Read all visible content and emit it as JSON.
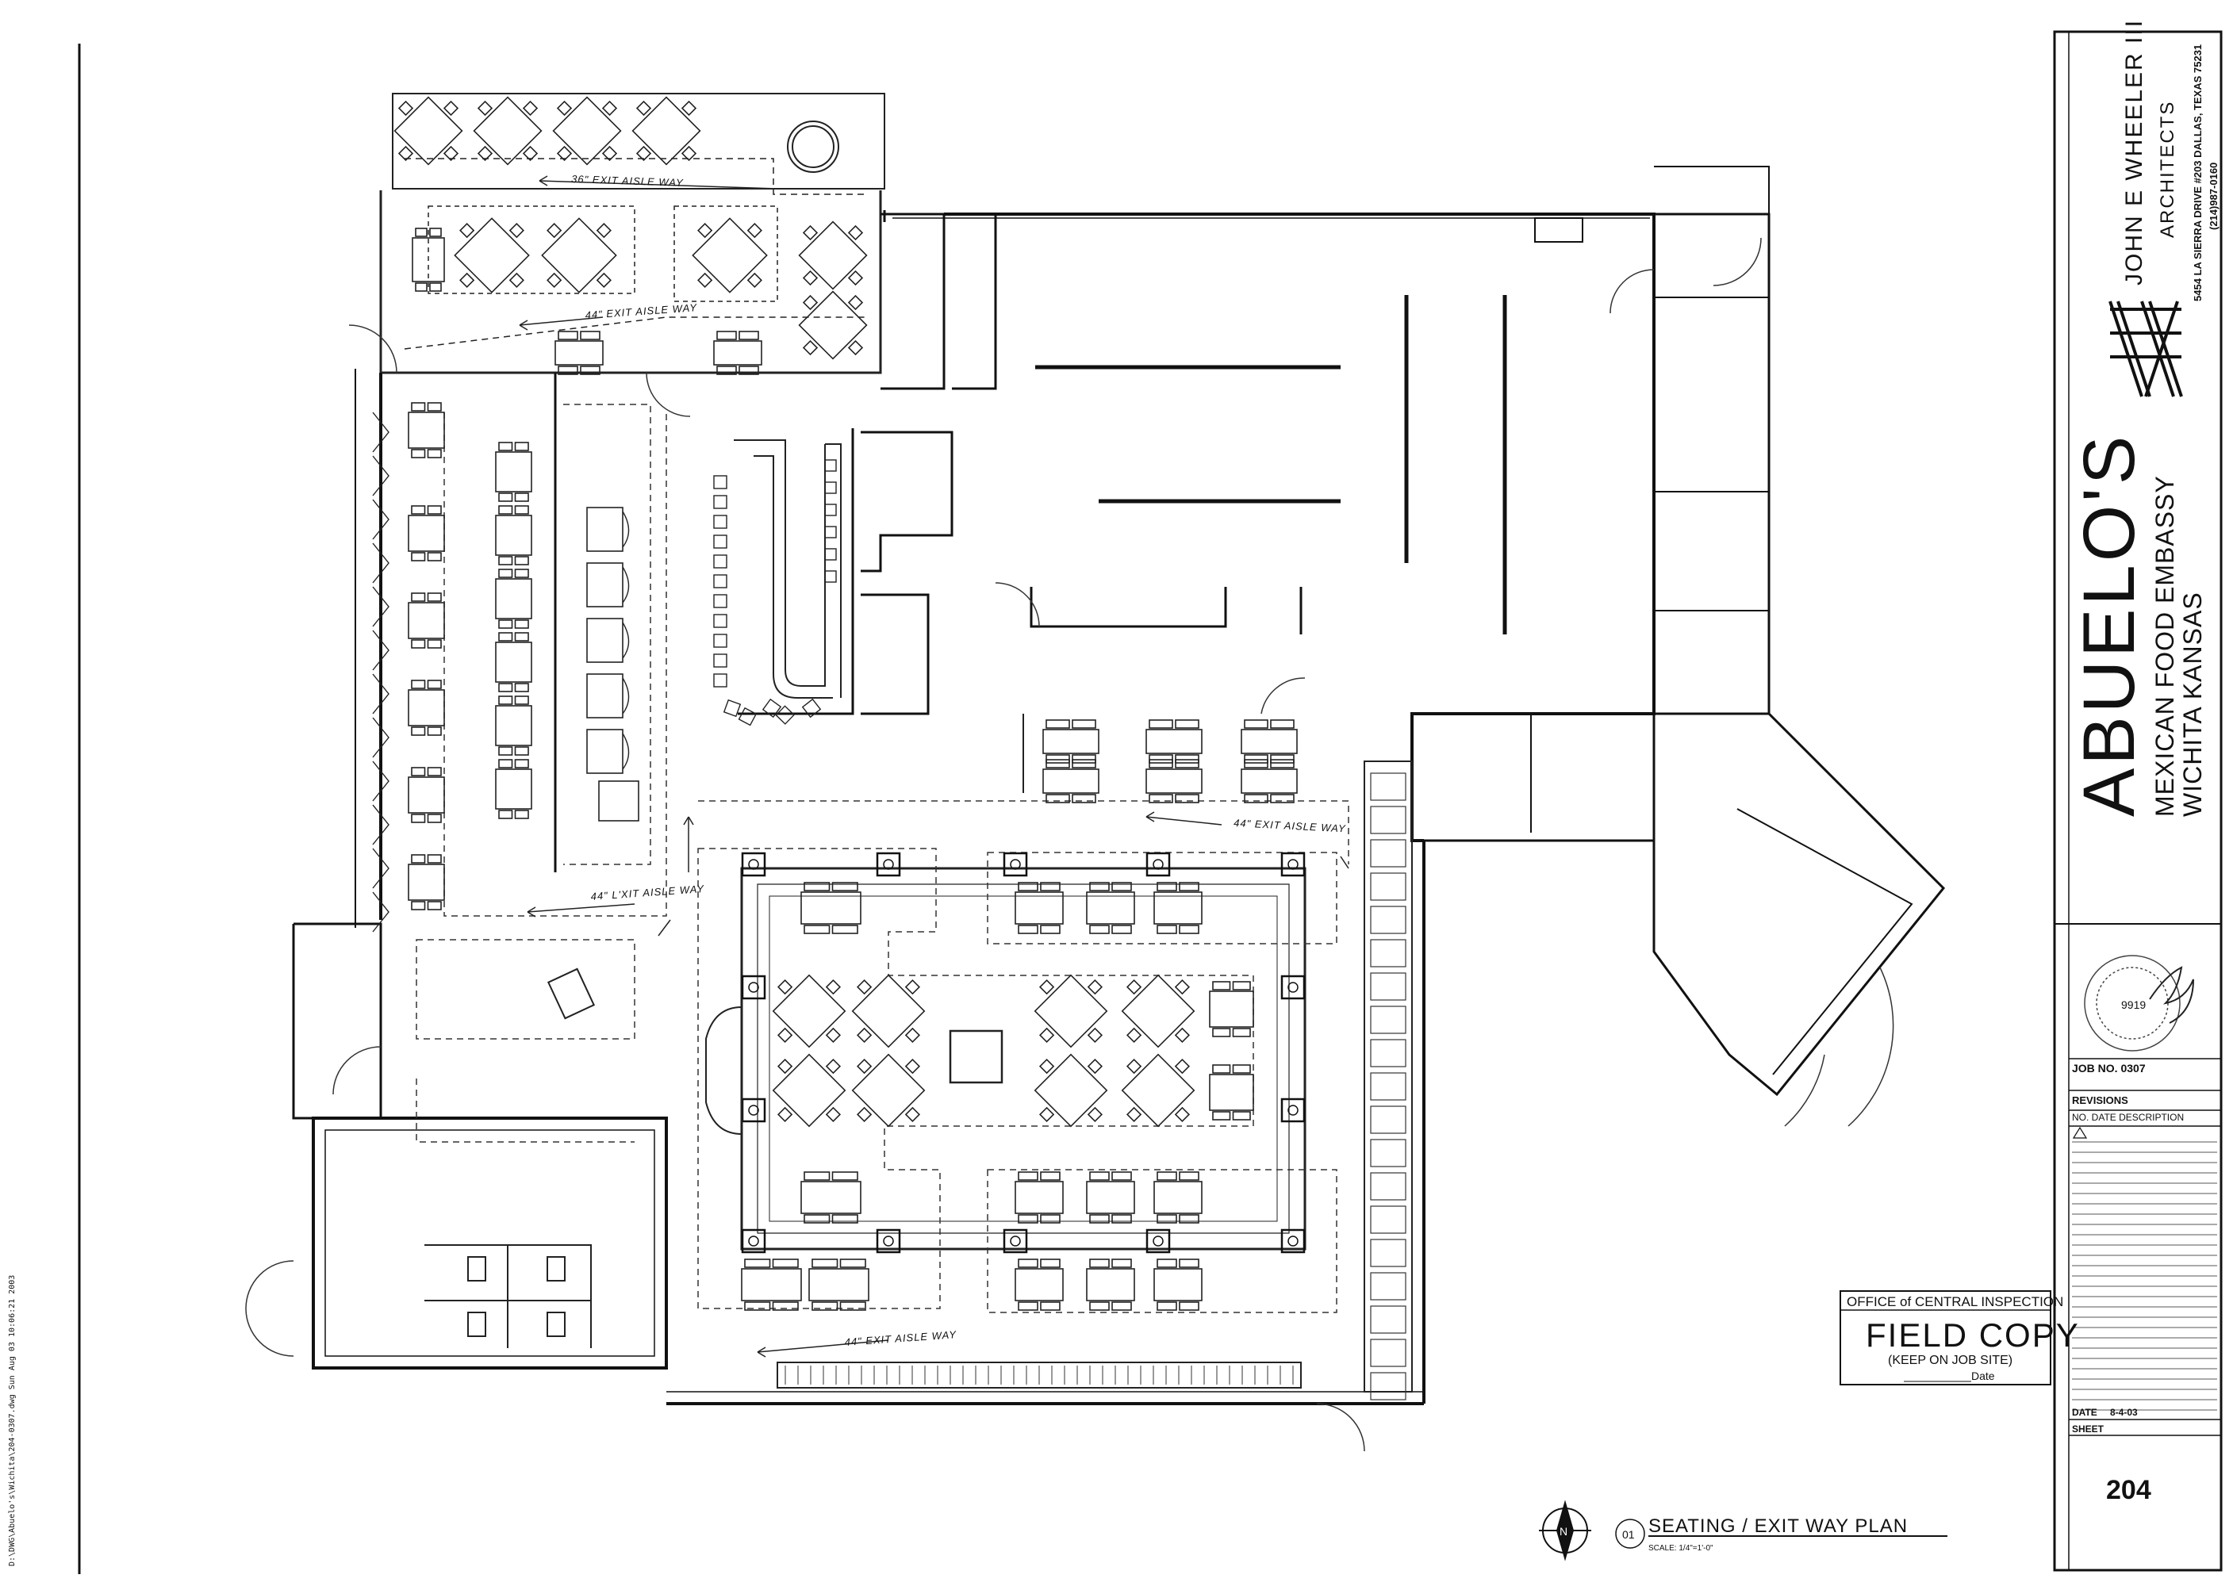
{
  "drawing": {
    "title_plan": "SEATING / EXIT WAY PLAN",
    "plan_number": "01",
    "scale": "SCALE: 1/4\"=1'-0\"",
    "north_label": "N",
    "aisles": {
      "a36": "36\" EXIT AISLE WAY",
      "a44_top": "44\" EXIT AISLE WAY",
      "a44_mid": "44\" EXIT AISLE WAY",
      "a44_left": "44\" L'XIT AISLE WAY",
      "a44_bottom": "44\" EXIT AISLE WAY"
    },
    "margin_note": "D:\\DWG\\Abuelo's\\Wichita\\204-0307.dwg  Sun Aug 03 10:06:21 2003"
  },
  "title_block": {
    "firm_name": "JOHN E WHEELER III",
    "firm_type": "ARCHITECTS",
    "firm_address": "5454 LA SIERRA DRIVE #203 DALLAS, TEXAS 75231",
    "firm_phone": "(214)987-0160",
    "project_name": "ABUELO'S",
    "project_sub": "MEXICAN FOOD EMBASSY",
    "project_location": "WICHITA KANSAS",
    "seal_number": "9919",
    "job_no": "JOB NO. 0307",
    "revisions_label": "REVISIONS",
    "rev_columns": "NO.  DATE  DESCRIPTION",
    "date_label": "DATE",
    "date_value": "8-4-03",
    "sheet_label": "SHEET",
    "sheet_number": "204"
  },
  "stamp": {
    "office": "OFFICE of CENTRAL INSPECTION",
    "field_copy": "FIELD COPY",
    "keep": "(KEEP ON JOB SITE)",
    "date": "Date"
  }
}
